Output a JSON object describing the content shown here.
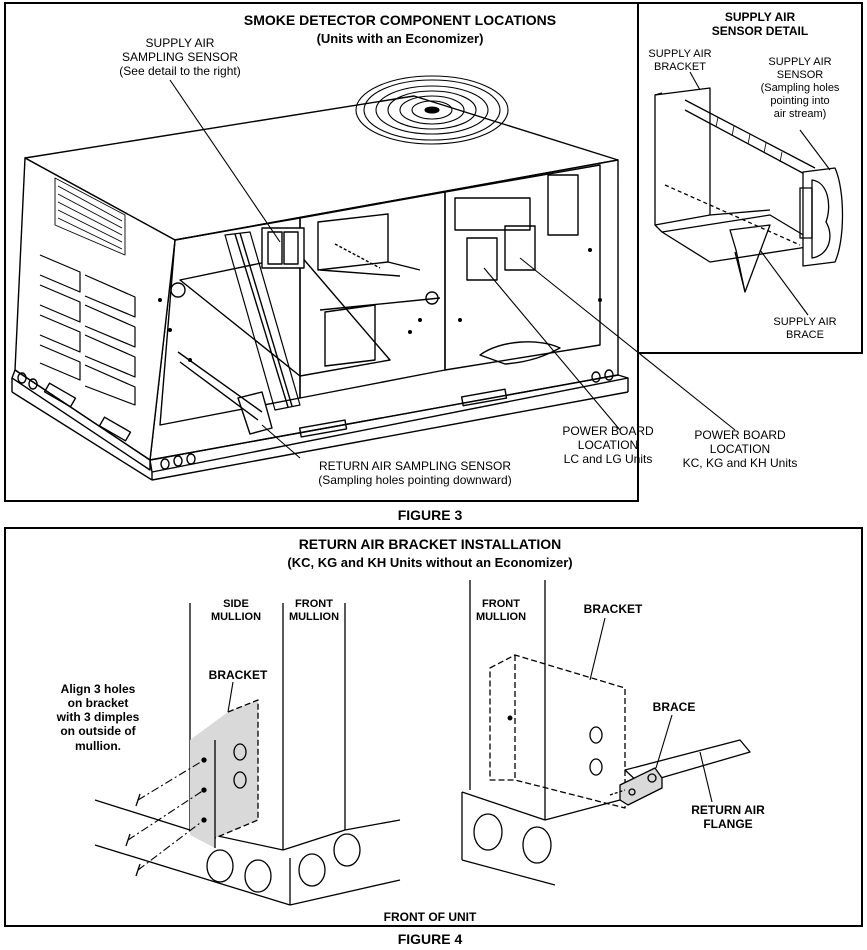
{
  "figure3": {
    "caption": "FIGURE 3",
    "main": {
      "title": "SMOKE DETECTOR COMPONENT LOCATIONS",
      "subtitle": "(Units with an Economizer)"
    },
    "supply_sensor_label": [
      "SUPPLY AIR",
      "SAMPLING SENSOR",
      "(See detail to the right)"
    ],
    "return_sensor_label": [
      "RETURN AIR SAMPLING SENSOR",
      "(Sampling holes pointing downward)"
    ],
    "power_board_lc_lg": [
      "POWER BOARD",
      "LOCATION",
      "LC and LG Units"
    ],
    "power_board_kc_kg_kh": [
      "POWER BOARD",
      "LOCATION",
      "KC, KG and KH Units"
    ],
    "detail": {
      "title": [
        "SUPPLY AIR",
        "SENSOR DETAIL"
      ],
      "bracket_label": [
        "SUPPLY AIR",
        "BRACKET"
      ],
      "sensor_label": [
        "SUPPLY AIR",
        "SENSOR",
        "(Sampling holes",
        "pointing into",
        "air stream)"
      ],
      "brace_label": [
        "SUPPLY AIR",
        "BRACE"
      ]
    }
  },
  "figure4": {
    "caption": "FIGURE 4",
    "title": "RETURN AIR BRACKET INSTALLATION",
    "subtitle": "(KC, KG and KH Units without an Economizer)",
    "side_mullion": [
      "SIDE",
      "MULLION"
    ],
    "front_mullion_left": [
      "FRONT",
      "MULLION"
    ],
    "front_mullion_right": [
      "FRONT",
      "MULLION"
    ],
    "bracket_left": "BRACKET",
    "bracket_right": "BRACKET",
    "brace": "BRACE",
    "align_note": [
      "Align 3 holes",
      "on bracket",
      "with 3 dimples",
      "on outside of",
      "mullion."
    ],
    "return_air_flange": [
      "RETURN AIR",
      "FLANGE"
    ],
    "front_of_unit": "FRONT OF UNIT"
  }
}
